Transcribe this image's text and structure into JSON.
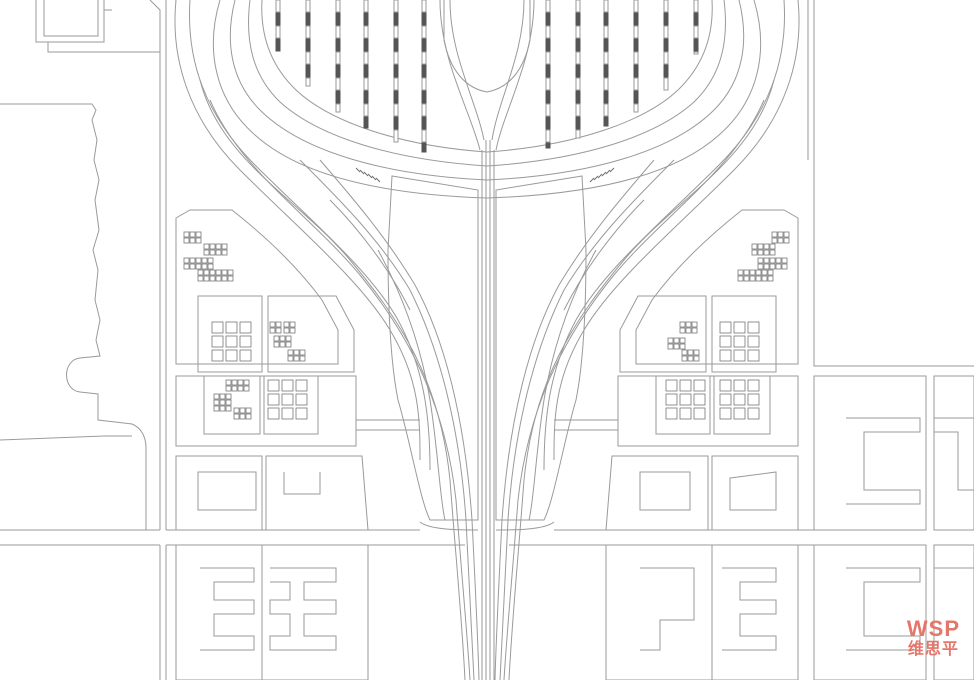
{
  "map": {
    "style": "architectural site plan, linework only",
    "colors": {
      "background": "#ffffff",
      "line": "#9a9a9a",
      "line_dark": "#6d6d6d",
      "platform_fill": "#555555",
      "logo": "#e4776b"
    }
  },
  "watermark": {
    "brand": "WSP",
    "chinese": "维思平"
  }
}
